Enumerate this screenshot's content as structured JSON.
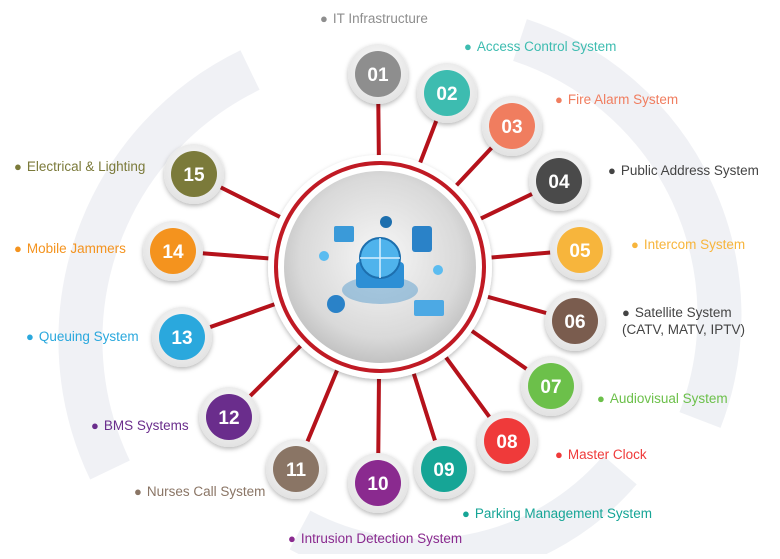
{
  "colors": {
    "connector": "#b5121b",
    "ring": "#c01a24",
    "badge_text": "#ffffff"
  },
  "center_icon": "smart-building-network-illustration",
  "items": [
    {
      "number": "01",
      "label": "IT Infrastructure",
      "color": "#8e8e8e"
    },
    {
      "number": "02",
      "label": "Access Control System",
      "color": "#3dbcb0"
    },
    {
      "number": "03",
      "label": "Fire Alarm System",
      "color": "#f07d5f"
    },
    {
      "number": "04",
      "label": "Public Address System",
      "color": "#4a4a4a"
    },
    {
      "number": "05",
      "label": "Intercom System",
      "color": "#f7b53c"
    },
    {
      "number": "06",
      "label": "Satellite System (CATV, MATV, IPTV)",
      "color": "#7a5c4e"
    },
    {
      "number": "07",
      "label": "Audiovisual System",
      "color": "#6cc04a"
    },
    {
      "number": "08",
      "label": "Master Clock",
      "color": "#ef3a3a"
    },
    {
      "number": "09",
      "label": "Parking Management System",
      "color": "#16a596"
    },
    {
      "number": "10",
      "label": "Intrusion Detection System",
      "color": "#8a2a8f"
    },
    {
      "number": "11",
      "label": "Nurses Call System",
      "color": "#8a7565"
    },
    {
      "number": "12",
      "label": "BMS Systems",
      "color": "#6a2d8c"
    },
    {
      "number": "13",
      "label": "Queuing System",
      "color": "#2aa8dd"
    },
    {
      "number": "14",
      "label": "Mobile Jammers",
      "color": "#f4931e"
    },
    {
      "number": "15",
      "label": "Electrical & Lighting",
      "color": "#7b7a3a"
    }
  ]
}
